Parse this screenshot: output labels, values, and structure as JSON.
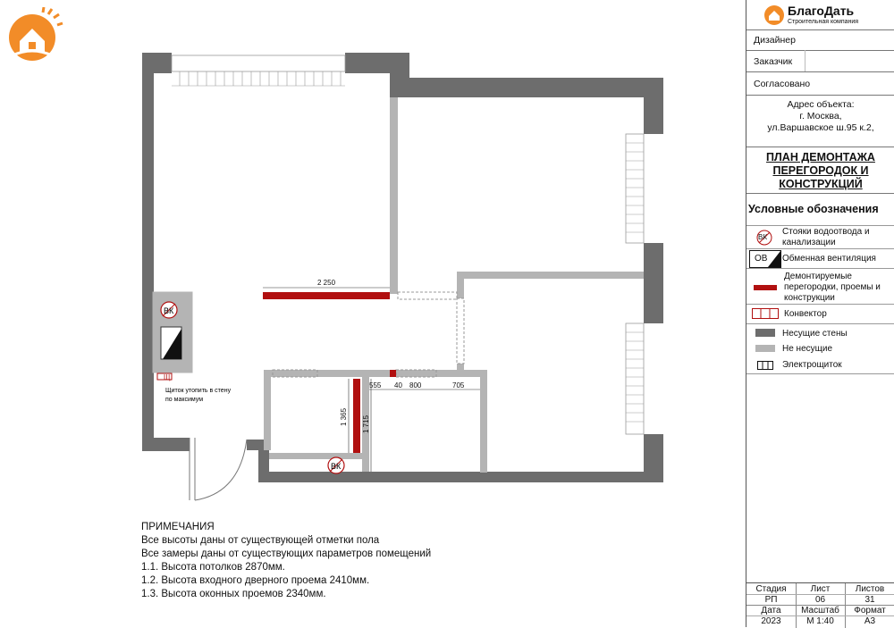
{
  "colors": {
    "bearing_wall": "#6d6d6d",
    "non_bearing": "#b4b4b4",
    "demolish": "#b11010",
    "brand_orange": "#e67e22"
  },
  "brand": {
    "name": "БлагоДать",
    "tagline": "Строительная компания"
  },
  "plan": {
    "dims": {
      "d1": "2 250",
      "d2": "555",
      "d3": "40",
      "d4": "800",
      "d5": "705",
      "d6": "1 365",
      "d7": "1 715"
    },
    "labels": {
      "vk1": "ВК",
      "vk2": "ВК",
      "ov": "ОВ",
      "sh": "Щ",
      "shchit_note_1": "Щиток утопить  в стену",
      "shchit_note_2": "по максимум"
    }
  },
  "notes": {
    "title": "ПРИМЕЧАНИЯ",
    "lines": [
      "Все высоты даны от существующей отметки пола",
      "Все замеры даны от существующих параметров помещений",
      "1.1. Высота потолков 2870мм.",
      "1.2. Высота входного дверного проема 2410мм.",
      "1.3. Высота оконных проемов 2340мм."
    ]
  },
  "title_block": {
    "designer_label": "Дизайнер",
    "client_label": "Заказчик",
    "approved_label": "Согласовано",
    "address_1": "Адрес объекта:",
    "address_2": "г. Москва,",
    "address_3": "ул.Варшавское ш.95 к.2,",
    "sheet_title_1": "ПЛАН ДЕМОНТАЖА",
    "sheet_title_2": "ПЕРЕГОРОДОК И",
    "sheet_title_3": "КОНСТРУКЦИЙ",
    "legend_title": "Условные обозначения",
    "legend": {
      "vk_symbol": "ВК",
      "vk_text_1": "Стояки водоотвода и",
      "vk_text_2": "канализации",
      "ov_symbol": "ОВ",
      "ov_text": "Обменная вентиляция",
      "demo_text_1": "Демонтируемые",
      "demo_text_2": "перегородки, проемы и",
      "demo_text_3": "конструкции",
      "convector_text": "Конвектор",
      "bearing_text": "Несущие стены",
      "nonbearing_text": "Не несущие",
      "panel_text": "Электрощиток"
    },
    "stamp": {
      "h1": "Стадия",
      "h2": "Лист",
      "h3": "Листов",
      "v1": "РП",
      "v2": "06",
      "v3": "31",
      "h4": "Дата",
      "h5": "Масштаб",
      "h6": "Формат",
      "v4": "2023",
      "v5": "М 1:40",
      "v6": "А3"
    }
  }
}
